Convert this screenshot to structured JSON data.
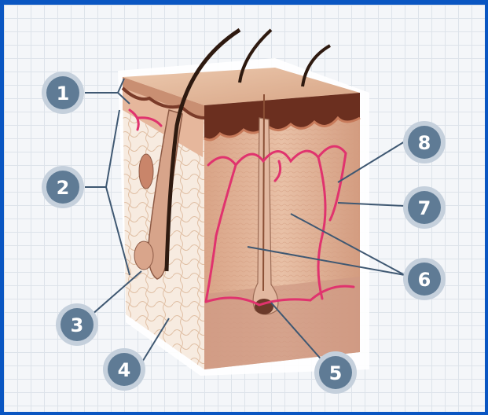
{
  "diagram": {
    "labels": [
      {
        "id": "1",
        "text": "1"
      },
      {
        "id": "2",
        "text": "2"
      },
      {
        "id": "3",
        "text": "3"
      },
      {
        "id": "4",
        "text": "4"
      },
      {
        "id": "5",
        "text": "5"
      },
      {
        "id": "6",
        "text": "6"
      },
      {
        "id": "7",
        "text": "7"
      },
      {
        "id": "8",
        "text": "8"
      }
    ]
  },
  "colors": {
    "frame": "#0a56c2",
    "badge_fill": "#5f7b95",
    "badge_ring": "#c5d0dc",
    "leader_line": "#3f5872",
    "vessel": "#e0336e",
    "hair": "#2e1a10",
    "dermis": "#e4b69c",
    "epidermis_dark": "#6b2f1f"
  }
}
